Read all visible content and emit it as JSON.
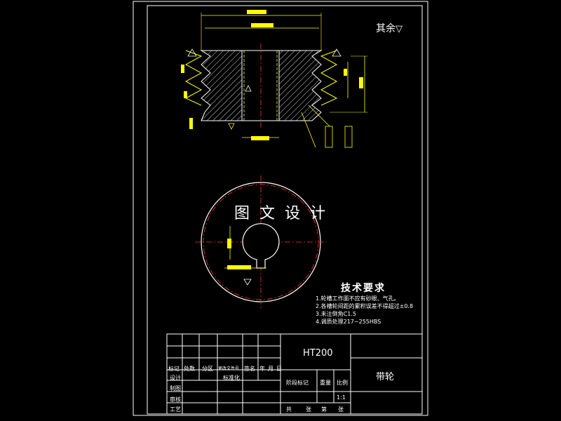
{
  "drawing_title": "带轮",
  "material": "HT200",
  "roughness_note": "其余",
  "watermark": "图文设计",
  "requirements": {
    "title": "技术要求",
    "items": [
      "1.轮槽工作面不应有砂眼、气孔。",
      "2.各槽轮间距的累积误差不得超过±0.8",
      "3.未注倒角C1.5",
      "4.调质处理217~255HBS"
    ]
  },
  "title_block": {
    "headers": [
      "标记",
      "处数",
      "分区",
      "更改文件号",
      "签名",
      "年",
      "月",
      "日"
    ],
    "rows": [
      "设计",
      "制图",
      "审核",
      "工艺"
    ],
    "standardize": "标准化",
    "stage_mark": "阶段标记",
    "weight": "重量",
    "scale_label": "比例",
    "scale_value": "1:1",
    "sheets_total": "共",
    "sheet_word": "张",
    "sheet_no": "第",
    "sheet_word2": "张"
  },
  "colors": {
    "frame": "#ffffff",
    "part": "#ffff00",
    "centerline": "#ff3030",
    "hatch": "#ffffff"
  }
}
